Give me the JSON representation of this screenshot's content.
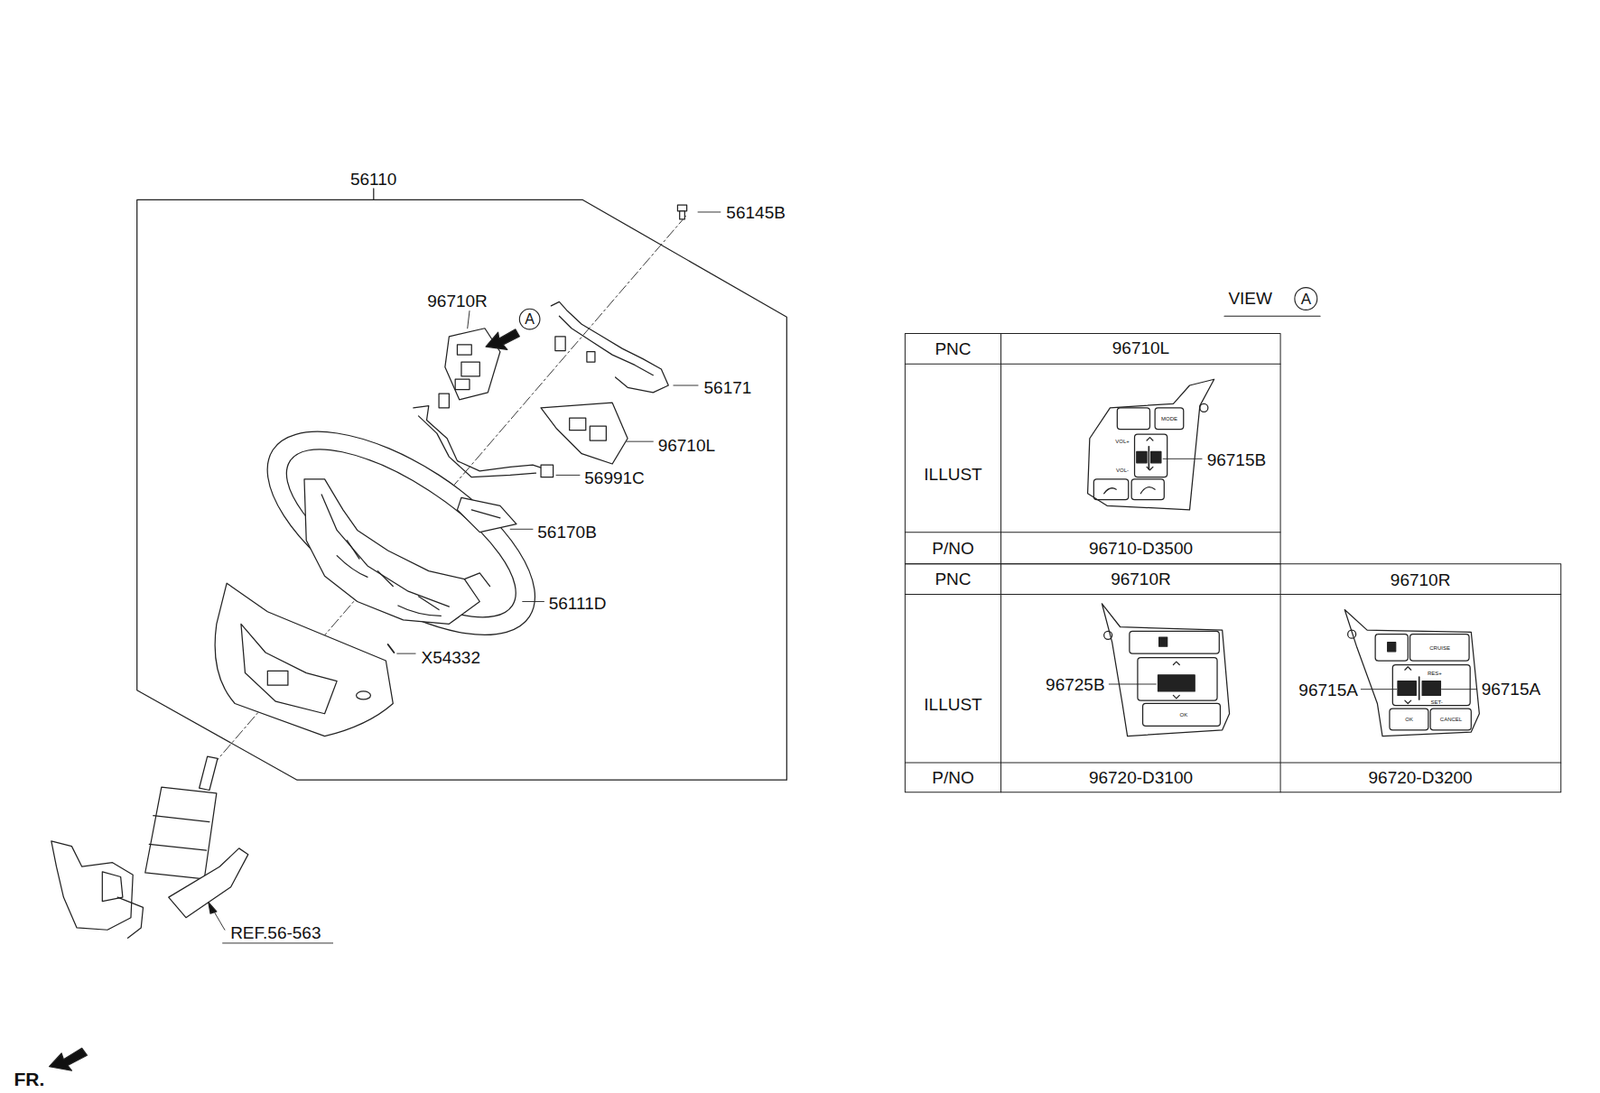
{
  "diagram": {
    "labels": [
      "56110",
      "56145B",
      "96710R",
      "A",
      "56171",
      "96710L",
      "56991C",
      "56170B",
      "56111D",
      "X54332",
      "REF.56-563",
      "FR.",
      "VIEW",
      "A",
      "PNC",
      "96710L",
      "ILLUST",
      "MODE",
      "VOL+",
      "VOL-",
      "96715B",
      "P/NO",
      "96710-D3500",
      "PNC",
      "96710R",
      "96710R",
      "ILLUST",
      "96725B",
      "OK",
      "CRUISE",
      "RES+",
      "SET-",
      "96715A",
      "96715A",
      "OK",
      "CANCEL",
      "P/NO",
      "96720-D3100",
      "96720-D3200"
    ]
  }
}
